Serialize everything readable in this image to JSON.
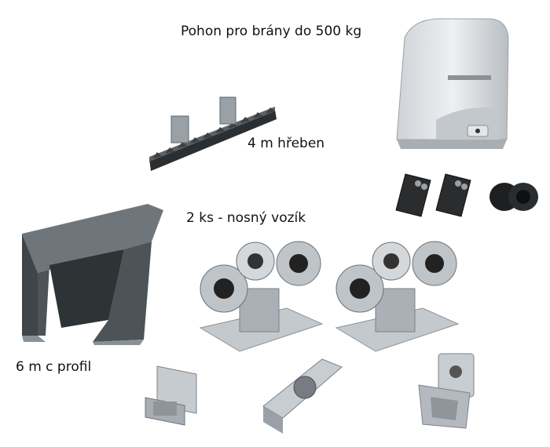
{
  "labels": {
    "motor": "Pohon pro brány do 500 kg",
    "rack": "4 m hřeben",
    "carriage": "2 ks - nosný vozík",
    "profile": "6 m c profil"
  }
}
